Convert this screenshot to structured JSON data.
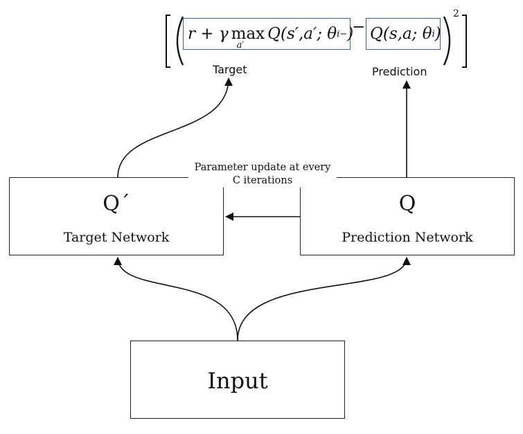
{
  "formula": {
    "target_term": "r + γ max Q(s′,a′; θi−)",
    "target_text_a": "r + γ",
    "max_text": "max",
    "max_sub": "a′",
    "target_text_b": "Q(s′,a′; θ",
    "theta_sub": "i",
    "theta_sup": "−",
    "minus": "−",
    "prediction_term": "Q(s,a; θi)",
    "pred_text": "Q(s,a; θ",
    "pred_sub": "i",
    "exponent": "2",
    "target_label": "Target",
    "prediction_label": "Prediction"
  },
  "nodes": {
    "target_network": {
      "symbol": "Q´",
      "label": "Target Network"
    },
    "prediction_network": {
      "symbol": "Q",
      "label": "Prediction Network"
    },
    "input": {
      "label": "Input"
    }
  },
  "edges": {
    "parameter_update": "Parameter update at every C iterations",
    "parameter_update_line1": "Parameter update at every",
    "parameter_update_line2": "C iterations"
  }
}
